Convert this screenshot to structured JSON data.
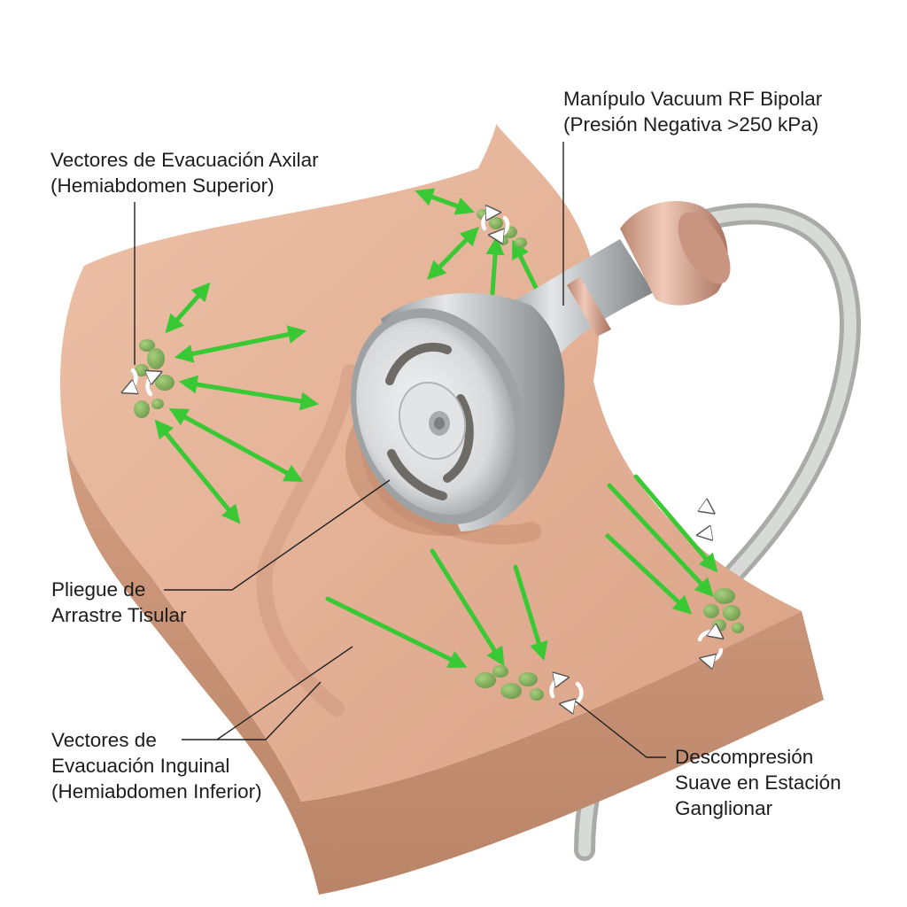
{
  "labels": {
    "handpiece": {
      "line1": "Manípulo Vacuum RF Bipolar",
      "line2": "(Presión Negativa >250 kPa)"
    },
    "axillary": {
      "line1": "Vectores de Evacuación Axilar",
      "line2": "(Hemiabdomen Superior)"
    },
    "fold": {
      "line1": "Pliegue de",
      "line2": "Arrastre Tisular"
    },
    "inguinal": {
      "line1": "Vectores de",
      "line2": "Evacuación Inguinal",
      "line3": "(Hemiabdomen Inferior)"
    },
    "decompression": {
      "line1": "Descompresión",
      "line2": "Suave en Estación",
      "line3": "Ganglionar"
    }
  },
  "colors": {
    "skin": "#e6b69c",
    "skin_shadow": "#c9957a",
    "arrow": "#39c934",
    "node": "#8fbb6a",
    "metal": "#b7b9bc",
    "copper": "#d9a893",
    "cable": "#c5c7c5"
  },
  "icons": [
    "rotation-arrows-icon",
    "lymph-node-cluster-icon",
    "vacuum-handpiece-icon"
  ]
}
